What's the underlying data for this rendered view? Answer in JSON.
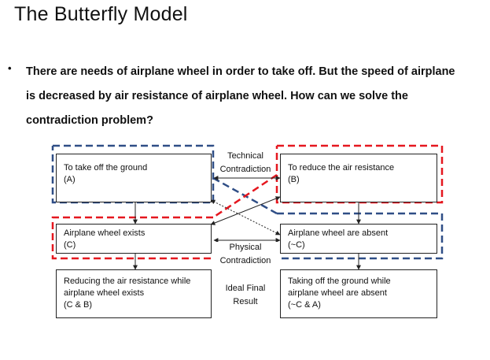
{
  "slide": {
    "title": "The Butterfly Model",
    "bullet": "There are needs of airplane wheel in order to take off. But the speed of airplane is decreased by air resistance of airplane wheel. How can we solve the contradiction problem?"
  },
  "diagram": {
    "boxes": {
      "a": {
        "line1": "To take off the ground",
        "line2": "(A)"
      },
      "b": {
        "line1": "To reduce the air resistance",
        "line2": "(B)"
      },
      "c": {
        "line1": "Airplane wheel exists",
        "line2": "(C)"
      },
      "notc": {
        "line1": "Airplane wheel are absent",
        "line2": "(~C)"
      },
      "cb": {
        "line1": "Reducing the air resistance while",
        "line2": "airplane wheel exists",
        "line3": "(C & B)"
      },
      "notca": {
        "line1": "Taking off the ground while",
        "line2": "airplane wheel are absent",
        "line3": "(~C & A)"
      }
    },
    "labels": {
      "technical_1": "Technical",
      "technical_2": "Contradiction",
      "physical_1": "Physical",
      "physical_2": "Contradiction",
      "ifr_1": "Ideal Final",
      "ifr_2": "Result"
    },
    "colors": {
      "blue_dash": "#2f4e86",
      "red_dash": "#e5171f",
      "line": "#222222"
    }
  }
}
